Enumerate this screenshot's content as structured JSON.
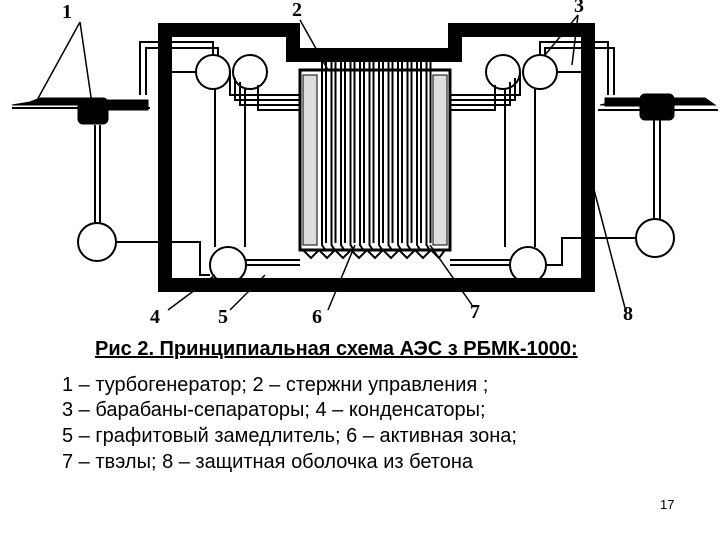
{
  "figure": {
    "labels": [
      "1",
      "2",
      "3",
      "4",
      "5",
      "6",
      "7",
      "8"
    ]
  },
  "caption": {
    "title": "Рис  2. Принципиальная схема АЭС з РБМК-1000:",
    "lines": [
      " 1 – турбогенератор; 2 – стержни управления ;",
      "3 – барабаны-сепараторы;  4 – конденсаторы;",
      "5 – графитовый замедлитель; 6 – активная зона;",
      "7 – твэлы; 8 – защитная оболочка из  бетона"
    ]
  },
  "page_number": "17"
}
